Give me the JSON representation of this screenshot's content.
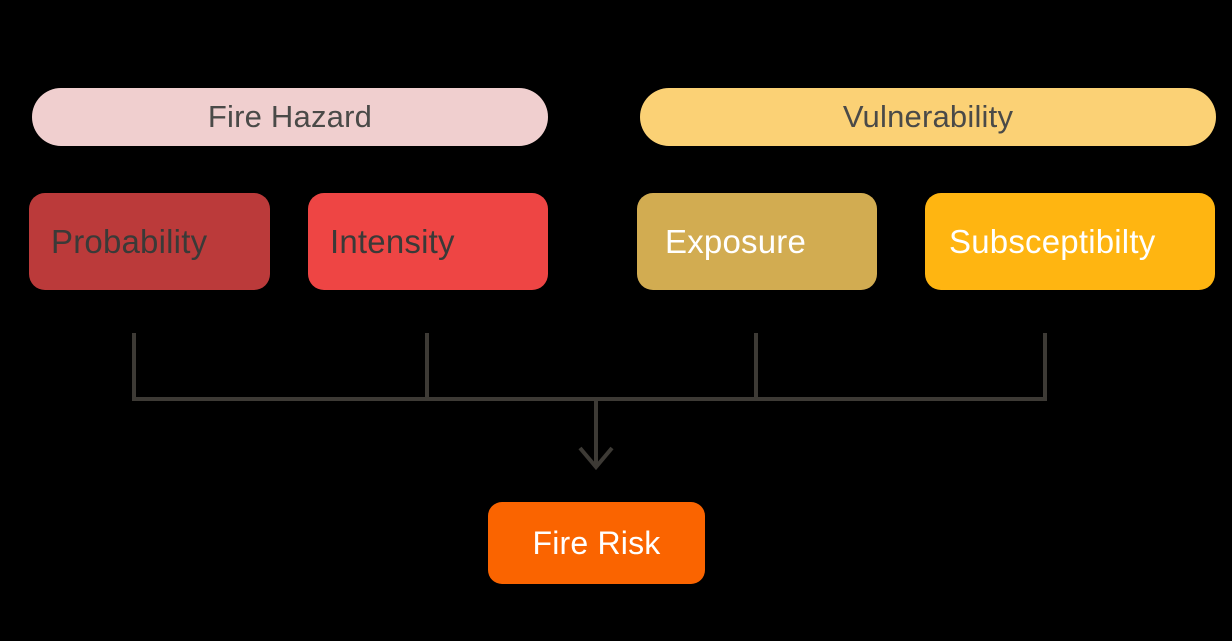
{
  "diagram": {
    "background_color": "#000000",
    "connector_color": "#3D3A35",
    "groups": [
      {
        "id": "fire-hazard",
        "label": "Fire Hazard",
        "color": "#F0CFCF",
        "text_color": "#4A4A48"
      },
      {
        "id": "vulnerability",
        "label": "Vulnerability",
        "color": "#FBD175",
        "text_color": "#4A4A48"
      }
    ],
    "components": [
      {
        "id": "probability",
        "label": "Probability",
        "group": "Fire Hazard",
        "color": "#BB3A3A",
        "text_color": "#3A3A38"
      },
      {
        "id": "intensity",
        "label": "Intensity",
        "group": "Fire Hazard",
        "color": "#EE4544",
        "text_color": "#3A3A38"
      },
      {
        "id": "exposure",
        "label": "Exposure",
        "group": "Vulnerability",
        "color": "#D2AC51",
        "text_color": "#FFFFFF"
      },
      {
        "id": "susceptibility",
        "label": "Subsceptibilty",
        "group": "Vulnerability",
        "color": "#FFB511",
        "text_color": "#FFFFFF"
      }
    ],
    "outcome": {
      "id": "fire-risk",
      "label": "Fire Risk",
      "color": "#FA6400",
      "text_color": "#FFFFFF"
    }
  }
}
